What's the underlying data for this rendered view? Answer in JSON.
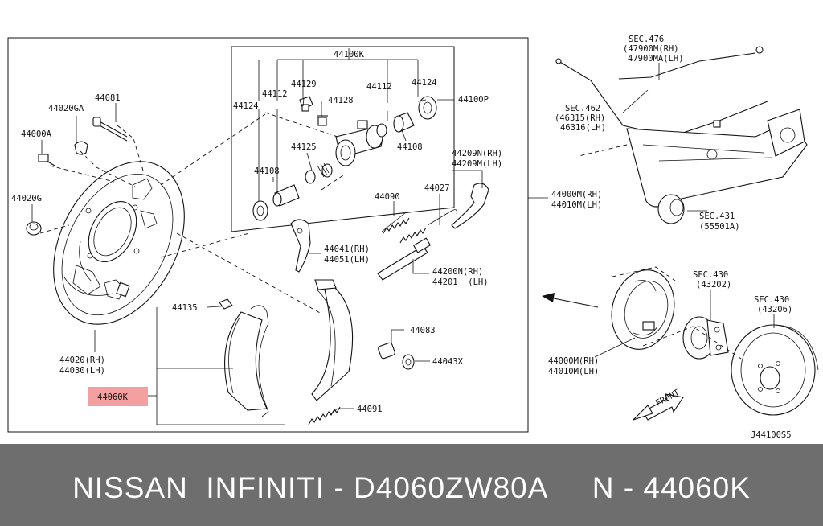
{
  "labels": {
    "l44100k": "44100K",
    "l44100p": "44100P",
    "l44129": "44129",
    "l44112a": "44112",
    "l44112b": "44112",
    "l44124a": "44124",
    "l44124b": "44124",
    "l44128": "44128",
    "l44125": "44125",
    "l44108a": "44108",
    "l44108b": "44108",
    "l44081": "44081",
    "l44020ga": "44020GA",
    "l44000a": "44000A",
    "l44020g": "44020G",
    "l44020rh": "44020(RH)",
    "l44030lh": "44030(LH)",
    "l44209n": "44209N(RH)",
    "l44209m": "44209M(LH)",
    "l44090": "44090",
    "l44027": "44027",
    "l44041": "44041(RH)",
    "l44051": "44051(LH)",
    "l44200n": "44200N(RH)",
    "l44201": "44201  (LH)",
    "l44135": "44135",
    "l44083": "44083",
    "l44043x": "44043X",
    "l44091": "44091",
    "l44000m_a": "44000M(RH)",
    "l44010m_a": "44010M(LH)",
    "l44000m_b": "44000M(RH)",
    "l44010m_b": "44010M(LH)",
    "sec476": "SEC.476",
    "l47900m": "(47900M(RH)",
    "l47900ma": "47900MA(LH)",
    "sec462": "SEC.462",
    "l46315": "(46315(RH)",
    "l46316": "46316(LH)",
    "sec431": "SEC.431",
    "l55501a": "(55501A)",
    "sec430a": "SEC.430",
    "l43202": "(43202)",
    "sec430b": "SEC.430",
    "l43206": "(43206)",
    "front": "FRONT",
    "diagram_code": "J44100S5"
  },
  "highlight": {
    "part_number": "44060K",
    "color": "#f4a0a0"
  },
  "footer": {
    "text": "NISSAN  INFINITI - D4060ZW80A     N - 44060K",
    "background": "#6e6e6e"
  }
}
